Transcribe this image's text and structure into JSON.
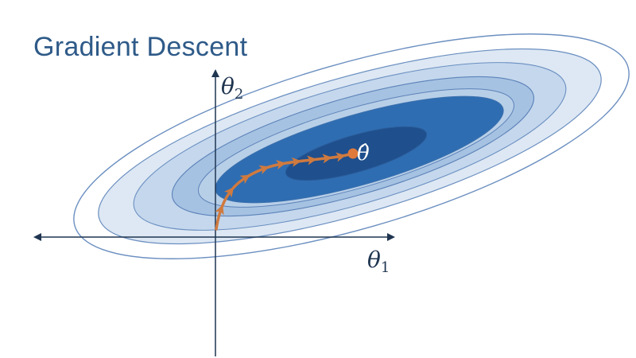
{
  "title": "Gradient Descent",
  "axes": {
    "x_label": "θ",
    "x_label_sub": "1",
    "y_label": "θ",
    "y_label_sub": "2"
  },
  "optimum_label": "θ̂",
  "colors": {
    "title": "#2e5a88",
    "axis": "#1f3550",
    "contour_stroke": "#6b8fc0",
    "contour_fills": [
      "#ffffff",
      "#dde8f4",
      "#c4d7ed",
      "#a6c2e2",
      "#3b77b8",
      "#2a66ad",
      "#1f4f8d"
    ],
    "path": "#cf7a3f",
    "optimum_point": "#e07a3c"
  },
  "contour_levels": 7,
  "path_steps": 9
}
